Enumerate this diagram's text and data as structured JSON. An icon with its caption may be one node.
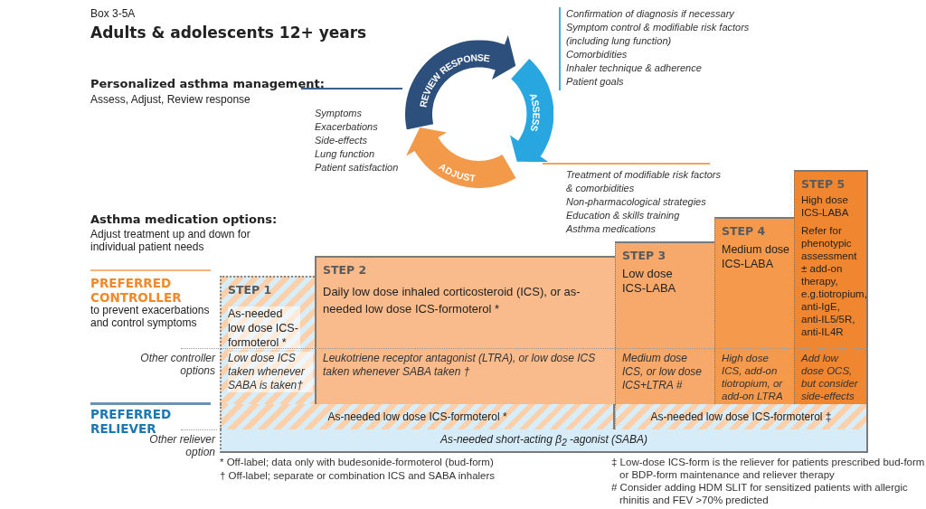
{
  "diagram": {
    "title": "Adults & adolescents 12+ years",
    "nodes": [
      {
        "text": [
          "REVIEW RESPONSE"
        ],
        "beside": [
          "Symptoms",
          "Exacerbations",
          "Side-effects",
          "Lung function",
          "Patient satisfaction"
        ]
      },
      {
        "text": [
          "ASSESS"
        ],
        "beside": [
          "Confirmation of diagnosis if necessary",
          "Symptom control & modifiable risk factors (including lung function)",
          "Comorbidities",
          "Inhaler technique & adherence",
          "Patient goals"
        ]
      },
      {
        "text": [
          "ADJUST"
        ],
        "beside": [
          "Treatment of modifiable risk factors & comorbidities",
          "Non-pharmacological strategies",
          "Education & skills training",
          "Asthma medications"
        ]
      },
      {
        "text": [
          "STEP 1",
          "As-needed low dose ICS-formoterol *",
          "Low dose ICS taken whenever SABA is taken†"
        ]
      },
      {
        "text": [
          "STEP 2",
          "Daily low dose inhaled corticosteroid (ICS), or as-needed low dose ICS-formoterol *",
          "Leukotriene receptor antagonist (LTRA), or low dose ICS taken whenever SABA taken †"
        ]
      },
      {
        "text": [
          "STEP 3",
          "Low dose ICS-LABA",
          "Medium dose ICS, or low dose ICS+LTRA #"
        ]
      },
      {
        "text": [
          "STEP 4",
          "Medium dose ICS-LABA",
          "High dose ICS, add-on tiotropium, or add-on LTRA #"
        ]
      },
      {
        "text": [
          "STEP 5",
          "High dose ICS-LABA",
          "Refer for phenotypic assessment ± add-on therapy, e.g.tiotropium, anti-IgE, anti-IL5/5R, anti-IL4R",
          "Add low dose OCS, but consider side-effects"
        ]
      },
      {
        "text": [
          "As-needed low dose ICS-formoterol *"
        ]
      },
      {
        "text": [
          "As-needed low dose ICS-formoterol ‡"
        ]
      },
      {
        "text": [
          "As-needed short-acting β$_{2}$ -agonist (SABA)"
        ]
      }
    ],
    "edges": [],
    "labels": [
      "Box 3-5A",
      "Personalized asthma management:",
      "Assess, Adjust, Review response",
      "Asthma medication options:",
      "Adjust treatment up and down for individual patient needs",
      "PREFERRED CONTROLLER",
      "to prevent exacerbations and control symptoms",
      "Other controller options",
      "PREFERRED RELIEVER",
      "Other reliever option",
      "* Off-label; data only with budesonide-formoterol (bud-form)",
      "† Off-label; separate or combination ICS and SABA inhalers",
      "‡ Low-dose ICS-form is the reliever for patients prescribed bud-form or BDP-form maintenance and reliever therapy",
      "# Consider adding HDM SLIT for sensitized patients with allergic rhinitis and FEV >70% predicted"
    ]
  }
}
